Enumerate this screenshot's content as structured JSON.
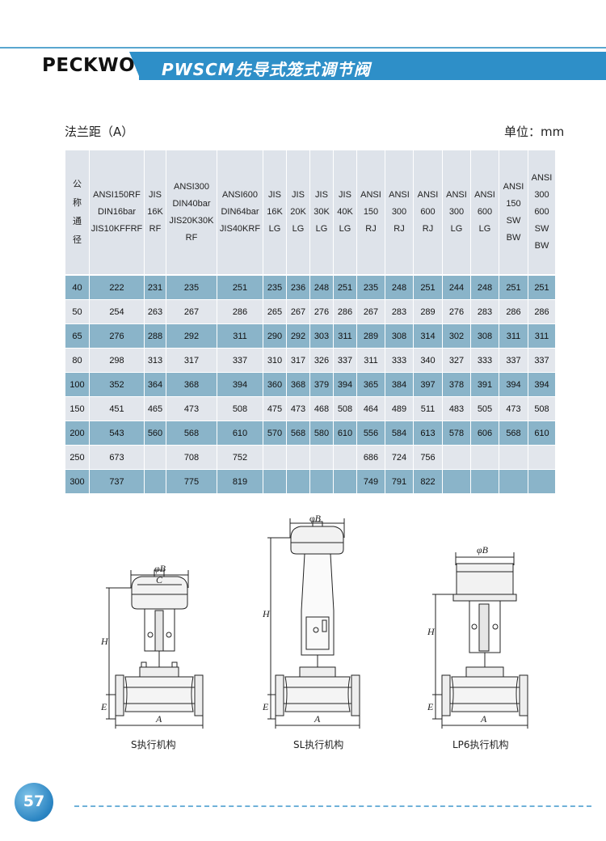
{
  "header": {
    "brand": "PECKWOMY",
    "title": "PWSCM先导式笼式调节阀"
  },
  "section": {
    "label": "法兰距（A）",
    "unit": "单位：mm"
  },
  "table": {
    "columns": [
      {
        "lines": [
          "公",
          "称",
          "通",
          "径"
        ]
      },
      {
        "lines": [
          "ANSI150RF",
          "DIN16bar",
          "JIS10KFFRF"
        ]
      },
      {
        "lines": [
          "JIS",
          "16K",
          "RF"
        ]
      },
      {
        "lines": [
          "ANSI300",
          "DIN40bar",
          "JIS20K30K",
          "RF"
        ]
      },
      {
        "lines": [
          "ANSI600",
          "DIN64bar",
          "JIS40KRF"
        ]
      },
      {
        "lines": [
          "JIS",
          "16K",
          "LG"
        ]
      },
      {
        "lines": [
          "JIS",
          "20K",
          "LG"
        ]
      },
      {
        "lines": [
          "JIS",
          "30K",
          "LG"
        ]
      },
      {
        "lines": [
          "JIS",
          "40K",
          "LG"
        ]
      },
      {
        "lines": [
          "ANSI",
          "150",
          "RJ"
        ]
      },
      {
        "lines": [
          "ANSI",
          "300",
          "RJ"
        ]
      },
      {
        "lines": [
          "ANSI",
          "600",
          "RJ"
        ]
      },
      {
        "lines": [
          "ANSI",
          "300",
          "LG"
        ]
      },
      {
        "lines": [
          "ANSI",
          "600",
          "LG"
        ]
      },
      {
        "lines": [
          "ANSI",
          "150",
          "SW",
          "BW"
        ]
      },
      {
        "lines": [
          "ANSI",
          "300",
          "600",
          "SW",
          "BW"
        ]
      }
    ],
    "rows": [
      [
        "40",
        "222",
        "231",
        "235",
        "251",
        "235",
        "236",
        "248",
        "251",
        "235",
        "248",
        "251",
        "244",
        "248",
        "251",
        "251"
      ],
      [
        "50",
        "254",
        "263",
        "267",
        "286",
        "265",
        "267",
        "276",
        "286",
        "267",
        "283",
        "289",
        "276",
        "283",
        "286",
        "286"
      ],
      [
        "65",
        "276",
        "288",
        "292",
        "311",
        "290",
        "292",
        "303",
        "311",
        "289",
        "308",
        "314",
        "302",
        "308",
        "311",
        "311"
      ],
      [
        "80",
        "298",
        "313",
        "317",
        "337",
        "310",
        "317",
        "326",
        "337",
        "311",
        "333",
        "340",
        "327",
        "333",
        "337",
        "337"
      ],
      [
        "100",
        "352",
        "364",
        "368",
        "394",
        "360",
        "368",
        "379",
        "394",
        "365",
        "384",
        "397",
        "378",
        "391",
        "394",
        "394"
      ],
      [
        "150",
        "451",
        "465",
        "473",
        "508",
        "475",
        "473",
        "468",
        "508",
        "464",
        "489",
        "511",
        "483",
        "505",
        "473",
        "508"
      ],
      [
        "200",
        "543",
        "560",
        "568",
        "610",
        "570",
        "568",
        "580",
        "610",
        "556",
        "584",
        "613",
        "578",
        "606",
        "568",
        "610"
      ],
      [
        "250",
        "673",
        "",
        "708",
        "752",
        "",
        "",
        "",
        "",
        "686",
        "724",
        "756",
        "",
        "",
        "",
        ""
      ],
      [
        "300",
        "737",
        "",
        "775",
        "819",
        "",
        "",
        "",
        "",
        "749",
        "791",
        "822",
        "",
        "",
        "",
        ""
      ]
    ]
  },
  "drawings": [
    {
      "caption": "S执行机构",
      "dims": {
        "b": "φB",
        "c": "C",
        "h": "H",
        "e": "E",
        "a": "A"
      }
    },
    {
      "caption": "SL执行机构",
      "dims": {
        "b": "φB",
        "h": "H",
        "e": "E",
        "a": "A"
      }
    },
    {
      "caption": "LP6执行机构",
      "dims": {
        "b": "φB",
        "h": "H",
        "e": "E",
        "a": "A"
      }
    }
  ],
  "footer": {
    "page_number": "57"
  }
}
